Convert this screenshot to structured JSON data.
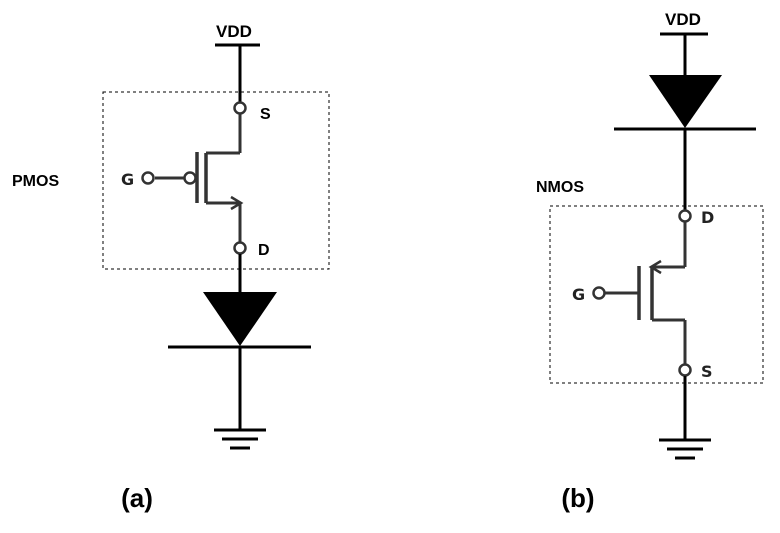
{
  "circuit_a": {
    "supply": "VDD",
    "device": "PMOS",
    "gate": "G",
    "source": "S",
    "drain": "D",
    "caption": "(a)"
  },
  "circuit_b": {
    "supply": "VDD",
    "device": "NMOS",
    "gate": "G",
    "source": "S",
    "drain": "D",
    "caption": "(b)"
  },
  "colors": {
    "wire": "#000000",
    "transistor": "#333333",
    "box_border": "#000000"
  }
}
